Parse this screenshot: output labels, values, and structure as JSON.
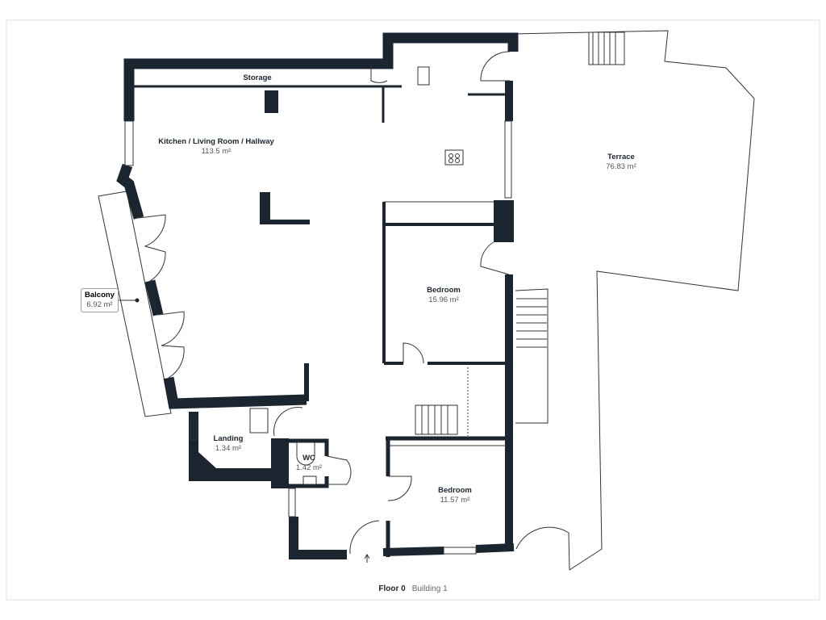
{
  "rooms": [
    {
      "name": "Storage",
      "area": ""
    },
    {
      "name": "Kitchen / Living Room / Hallway",
      "area": "113.5 m²"
    },
    {
      "name": "Terrace",
      "area": "76.83 m²"
    },
    {
      "name": "Balcony",
      "area": "6.92 m²"
    },
    {
      "name": "Bedroom",
      "area": "15.96 m²"
    },
    {
      "name": "Landing",
      "area": "1.34 m²"
    },
    {
      "name": "WC",
      "area": "1.42 m²"
    },
    {
      "name": "Bedroom",
      "area": "11.57 m²"
    }
  ],
  "footer": {
    "floor": "Floor 0",
    "building": "Building 1"
  },
  "colors": {
    "wall": "#1b2530"
  }
}
